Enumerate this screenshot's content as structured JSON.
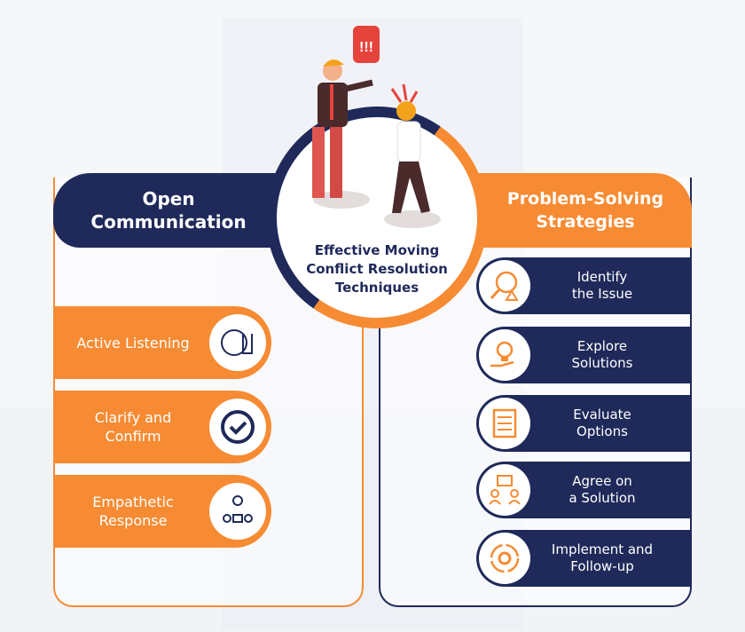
{
  "center_title": [
    "Effective Moving",
    "Conflict Resolution",
    "Techniques"
  ],
  "speech_bubble": "!!!",
  "left": {
    "header": [
      "Open",
      "Communication"
    ],
    "items": [
      {
        "label": [
          "Active Listening"
        ],
        "icon": "listening-ear-icon"
      },
      {
        "label": [
          "Clarify and",
          "Confirm"
        ],
        "icon": "checkmark-circle-icon"
      },
      {
        "label": [
          "Empathetic",
          "Response"
        ],
        "icon": "team-idea-icon"
      }
    ]
  },
  "right": {
    "header": [
      "Problem-Solving",
      "Strategies"
    ],
    "items": [
      {
        "label": [
          "Identify",
          "the Issue"
        ],
        "icon": "magnifier-warning-icon"
      },
      {
        "label": [
          "Explore",
          "Solutions"
        ],
        "icon": "lightbulb-hand-icon"
      },
      {
        "label": [
          "Evaluate",
          "Options"
        ],
        "icon": "checklist-icon"
      },
      {
        "label": [
          "Agree on",
          "a Solution"
        ],
        "icon": "agreement-icon"
      },
      {
        "label": [
          "Implement and",
          "Follow-up"
        ],
        "icon": "gear-cycle-icon"
      }
    ]
  },
  "colors": {
    "navy": "#1f2a5a",
    "orange": "#f68b33"
  }
}
